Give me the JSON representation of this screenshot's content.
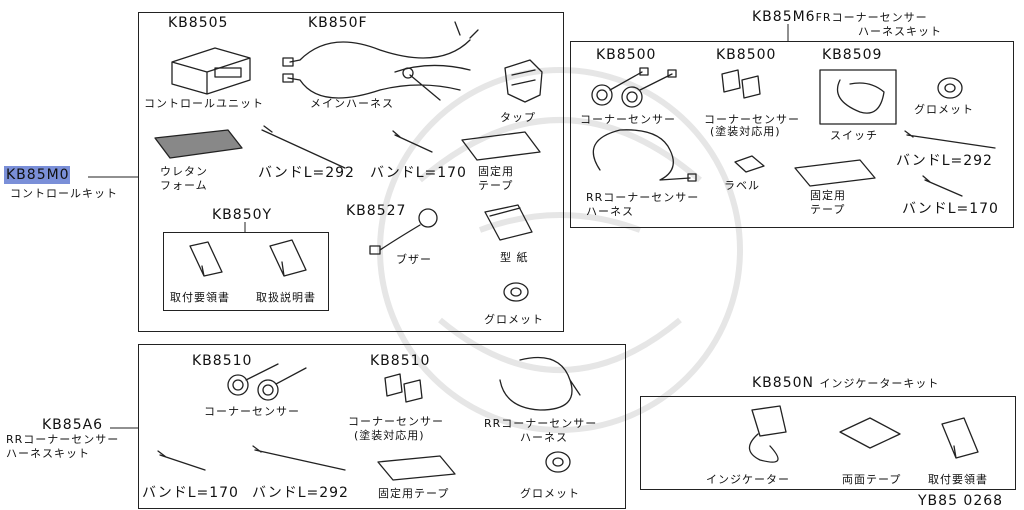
{
  "diagram_id": "YB85 0268",
  "control_kit": {
    "code": "KB85M0",
    "name": "コントロールキット",
    "parts": {
      "control_unit": {
        "code": "KB8505",
        "label": "コントロールユニット"
      },
      "main_harness": {
        "code": "KB850F",
        "label": "メインハーネス"
      },
      "tap": {
        "label": "タップ"
      },
      "urethane_foam": {
        "label_line1": "ウレタン",
        "label_line2": "フォーム"
      },
      "band_292": {
        "label": "バンドL=292"
      },
      "band_170": {
        "label": "バンドL=170"
      },
      "fixing_tape": {
        "label_line1": "固定用",
        "label_line2": "テープ"
      },
      "docs": {
        "code": "KB850Y",
        "install_manual": "取付要領書",
        "instruction_manual": "取扱説明書"
      },
      "buzzer": {
        "code": "KB8527",
        "label": "ブザー"
      },
      "template": {
        "label": "型 紙"
      },
      "grommet": {
        "label": "グロメット"
      }
    }
  },
  "fr_sensor_kit": {
    "code": "KB85M6",
    "title_line1": "FRコーナーセンサー",
    "title_line2": "ハーネスキット",
    "parts": {
      "corner_sensor": {
        "code": "KB8500",
        "label": "コーナーセンサー"
      },
      "corner_sensor_paint": {
        "code": "KB8500",
        "label_line1": "コーナーセンサー",
        "label_line2": "(塗装対応用)"
      },
      "switch": {
        "code": "KB8509",
        "label": "スイッチ"
      },
      "grommet": {
        "label": "グロメット"
      },
      "rr_harness": {
        "label_line1": "RRコーナーセンサー",
        "label_line2": "ハーネス"
      },
      "label_part": {
        "label": "ラベル"
      },
      "fixing_tape": {
        "label_line1": "固定用",
        "label_line2": "テープ"
      },
      "band_292": {
        "label": "バンドL=292"
      },
      "band_170": {
        "label": "バンドL=170"
      }
    }
  },
  "rr_sensor_kit": {
    "code": "KB85A6",
    "title_line1": "RRコーナーセンサー",
    "title_line2": "ハーネスキット",
    "parts": {
      "corner_sensor": {
        "code": "KB8510",
        "label": "コーナーセンサー"
      },
      "corner_sensor_paint": {
        "code": "KB8510",
        "label_line1": "コーナーセンサー",
        "label_line2": "(塗装対応用)"
      },
      "rr_harness": {
        "label_line1": "RRコーナーセンサー",
        "label_line2": "ハーネス"
      },
      "band_170": {
        "label": "バンドL=170"
      },
      "band_292": {
        "label": "バンドL=292"
      },
      "fixing_tape": {
        "label": "固定用テープ"
      },
      "grommet": {
        "label": "グロメット"
      }
    }
  },
  "indicator_kit": {
    "code": "KB850N",
    "title": "インジケーターキット",
    "parts": {
      "indicator": {
        "label": "インジケーター"
      },
      "double_tape": {
        "label": "両面テープ"
      },
      "install_manual": {
        "label": "取付要領書"
      }
    }
  }
}
